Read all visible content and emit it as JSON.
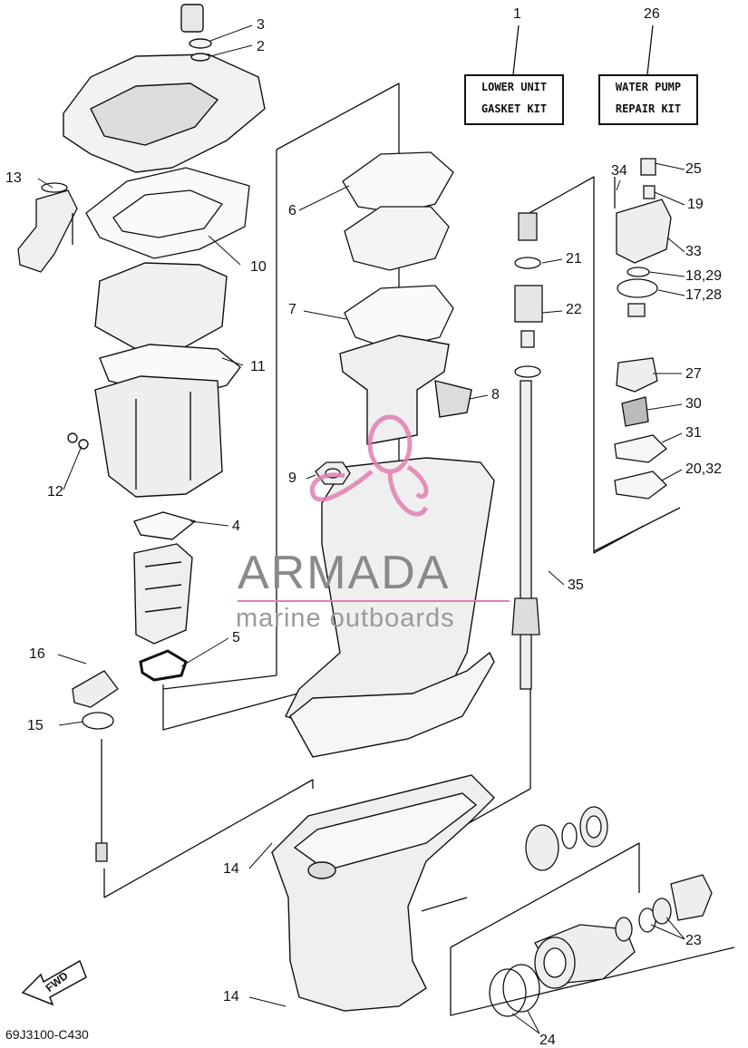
{
  "drawing_code": "69J3100-C430",
  "fwd_label": "FWD",
  "kits": [
    {
      "ref": "1",
      "line1": "LOWER UNIT",
      "line2": "GASKET KIT"
    },
    {
      "ref": "26",
      "line1": "WATER PUMP",
      "line2": "REPAIR KIT"
    }
  ],
  "watermark": {
    "title": "ARMADA",
    "subtitle": "marine outboards"
  },
  "callouts": [
    "1",
    "2",
    "3",
    "4",
    "5",
    "6",
    "7",
    "8",
    "9",
    "10",
    "11",
    "12",
    "13",
    "14",
    "14",
    "15",
    "16",
    "17,28",
    "18,29",
    "19",
    "20,32",
    "21",
    "22",
    "23",
    "24",
    "25",
    "26",
    "27",
    "30",
    "31",
    "33",
    "34",
    "35"
  ],
  "colors": {
    "line": "#111111",
    "watermark_pink": "#e27fb0",
    "watermark_gray": "#8a8a8a"
  }
}
